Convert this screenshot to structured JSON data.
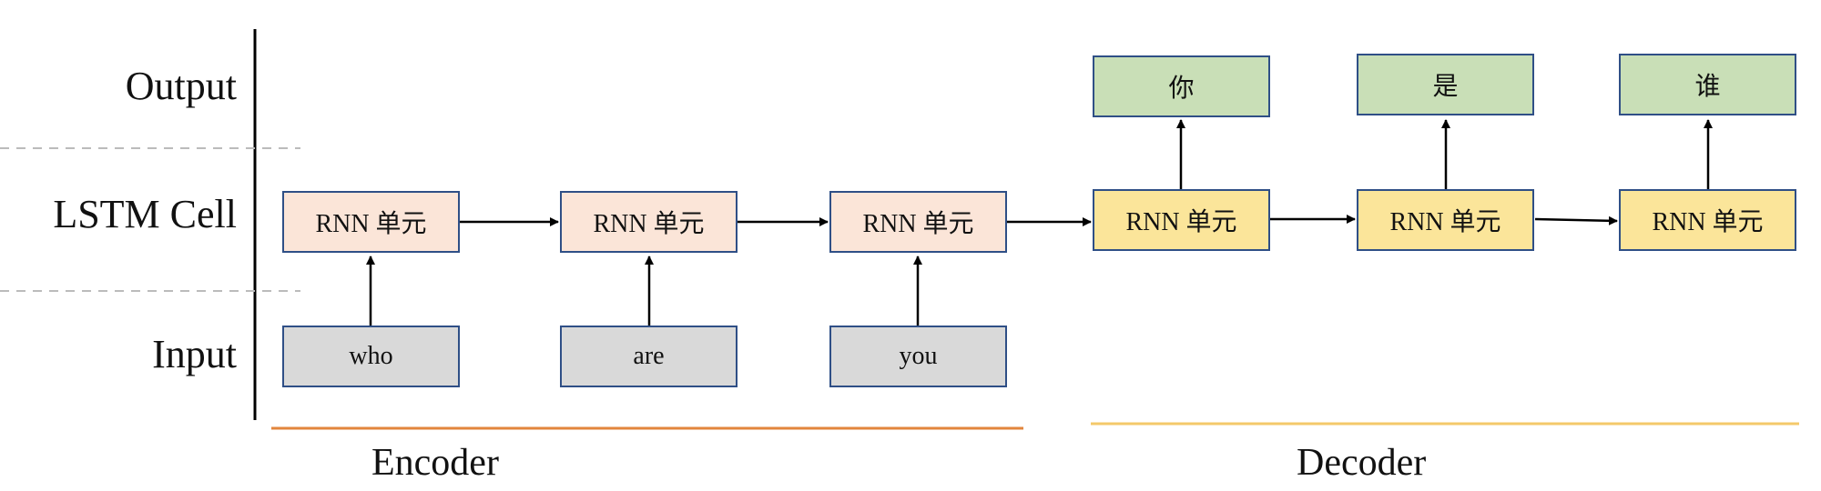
{
  "row_labels": {
    "output": "Output",
    "cell": "LSTM Cell",
    "input": "Input"
  },
  "encoder": {
    "label": "Encoder",
    "cells": [
      "RNN 单元",
      "RNN 单元",
      "RNN 单元"
    ],
    "inputs": [
      "who",
      "are",
      "you"
    ],
    "underline_color": "#e2853c",
    "cell_color": "#fbe5d8",
    "input_color": "#d9d9d9"
  },
  "decoder": {
    "label": "Decoder",
    "cells": [
      "RNN 单元",
      "RNN 单元",
      "RNN 单元"
    ],
    "outputs": [
      "你",
      "是",
      "谁"
    ],
    "underline_color": "#f4c96a",
    "cell_color": "#fbe59a",
    "output_color": "#c9dfb7"
  },
  "colors": {
    "box_border": "#2f4f86",
    "arrow": "#000000",
    "divider": "#bbbbbb"
  }
}
